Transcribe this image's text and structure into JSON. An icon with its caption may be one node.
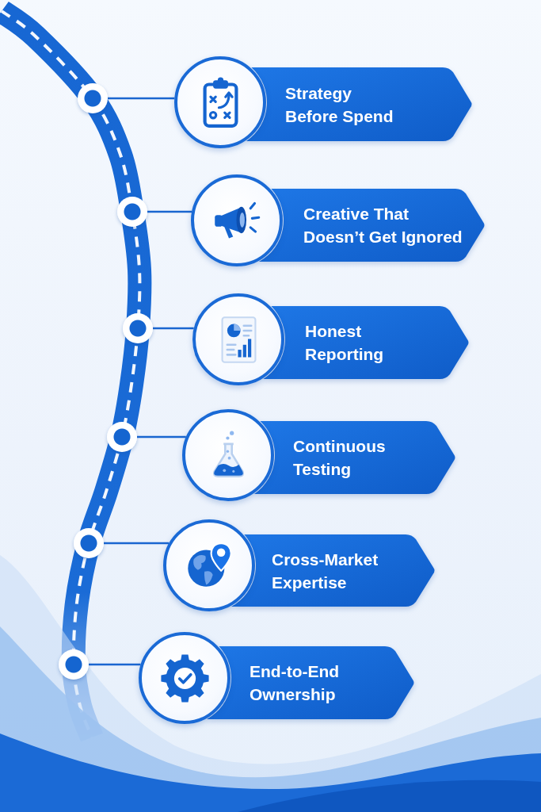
{
  "diagram": {
    "nodes": [
      {
        "text": [],
        "shape": "circle"
      },
      {
        "text": [],
        "shape": "circle"
      },
      {
        "text": [
          "Strategy Before Spend"
        ]
      },
      {
        "text": [],
        "shape": "circle"
      },
      {
        "text": [],
        "shape": "circle"
      },
      {
        "text": [
          "Creative That Doesn’t Get Ignored"
        ]
      },
      {
        "text": [],
        "shape": "circle"
      },
      {
        "text": [],
        "shape": "circle"
      },
      {
        "text": [
          "Honest Reporting"
        ]
      },
      {
        "text": [],
        "shape": "circle"
      },
      {
        "text": [],
        "shape": "circle"
      },
      {
        "text": [
          "Continuous Testing"
        ]
      },
      {
        "text": [],
        "shape": "circle"
      },
      {
        "text": [],
        "shape": "circle"
      },
      {
        "text": [
          "Cross-Market Expertise"
        ]
      },
      {
        "text": [],
        "shape": "circle"
      },
      {
        "text": [],
        "shape": "circle"
      },
      {
        "text": [
          "End-to-End Ownership"
        ]
      }
    ],
    "edges": [
      {
        "from": 0,
        "to": 1,
        "arrow": "none"
      },
      {
        "from": 3,
        "to": 4,
        "arrow": "none"
      },
      {
        "from": 6,
        "to": 7,
        "arrow": "none"
      },
      {
        "from": 9,
        "to": 10,
        "arrow": "none"
      },
      {
        "from": 12,
        "to": 13,
        "arrow": "none"
      },
      {
        "from": 15,
        "to": 16,
        "arrow": "none"
      }
    ]
  }
}
